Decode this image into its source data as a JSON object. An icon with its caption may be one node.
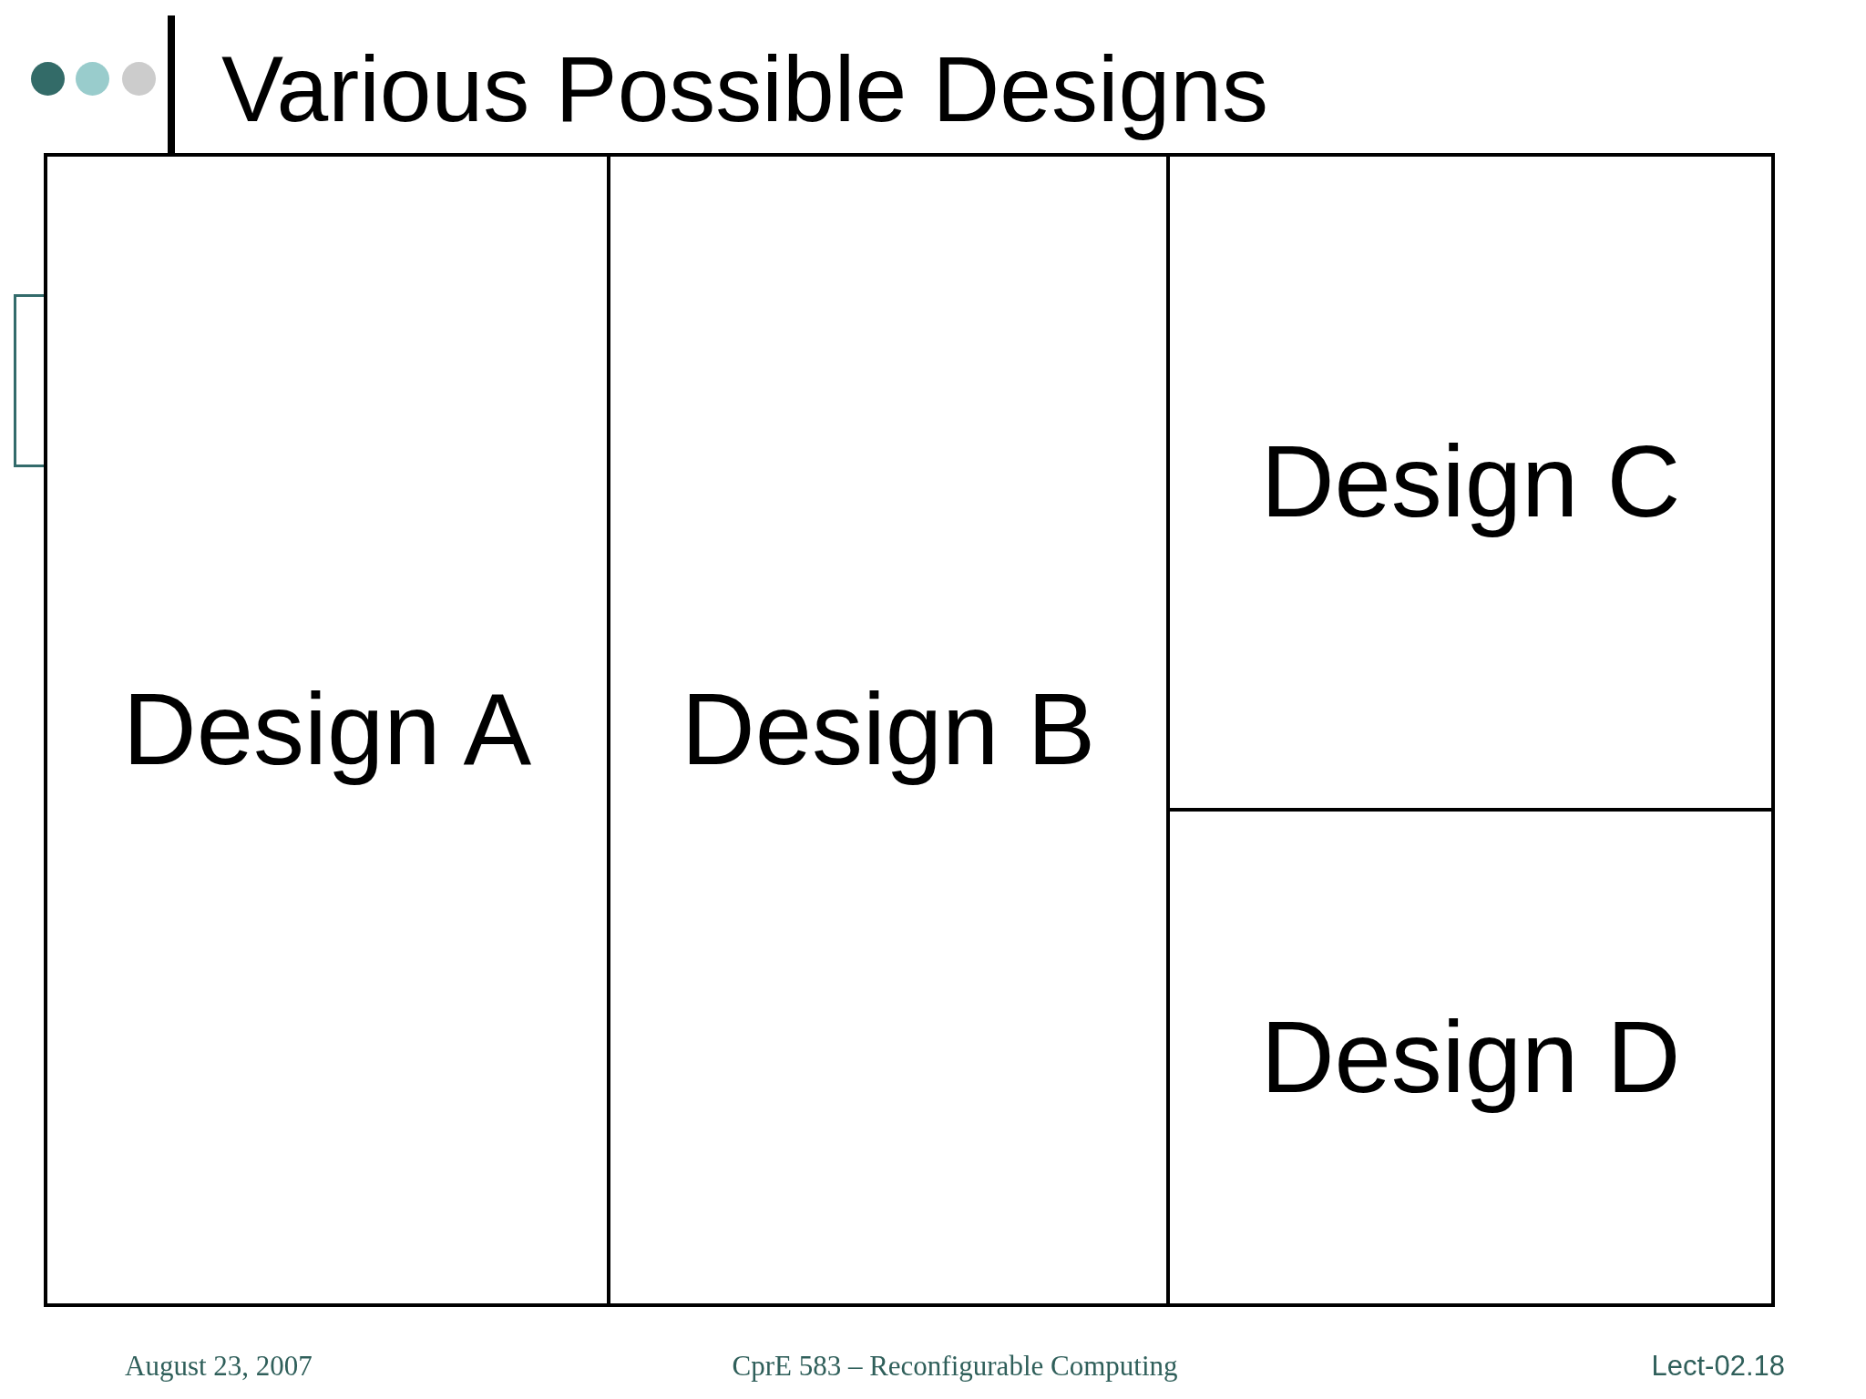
{
  "diagram": {
    "title": "Various Possible Designs",
    "nodes": [
      {
        "text": [
          "Design A"
        ]
      },
      {
        "text": [
          "Design B"
        ]
      },
      {
        "text": [
          "Design C"
        ]
      },
      {
        "text": [
          "Design D"
        ]
      },
      {
        "text": [],
        "shape": "box"
      }
    ],
    "labels": [
      "August 23, 2007",
      "CprE 583 – Reconfigurable Computing",
      "Lect-02.18"
    ]
  }
}
